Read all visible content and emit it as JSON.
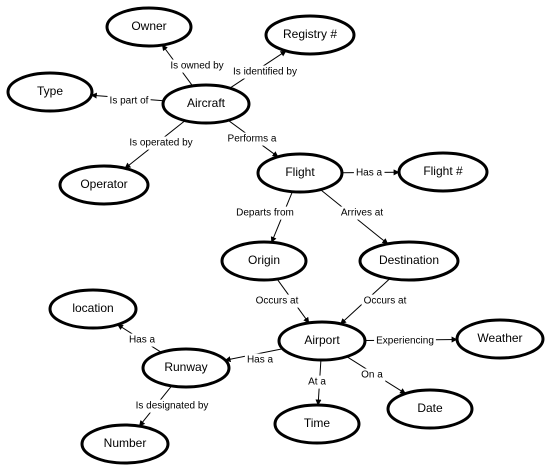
{
  "nodes": [
    {
      "id": "owner",
      "label": "Owner"
    },
    {
      "id": "registry",
      "label": "Registry #"
    },
    {
      "id": "type",
      "label": "Type"
    },
    {
      "id": "aircraft",
      "label": "Aircraft"
    },
    {
      "id": "operator",
      "label": "Operator"
    },
    {
      "id": "flight",
      "label": "Flight"
    },
    {
      "id": "flightnum",
      "label": "Flight #"
    },
    {
      "id": "origin",
      "label": "Origin"
    },
    {
      "id": "destination",
      "label": "Destination"
    },
    {
      "id": "location",
      "label": "location"
    },
    {
      "id": "airport",
      "label": "Airport"
    },
    {
      "id": "weather",
      "label": "Weather"
    },
    {
      "id": "runway",
      "label": "Runway"
    },
    {
      "id": "time",
      "label": "Time"
    },
    {
      "id": "date",
      "label": "Date"
    },
    {
      "id": "number",
      "label": "Number"
    }
  ],
  "edges": [
    {
      "id": "e1",
      "from": "aircraft",
      "to": "owner",
      "label": "Is owned by"
    },
    {
      "id": "e2",
      "from": "aircraft",
      "to": "registry",
      "label": "Is identified by"
    },
    {
      "id": "e3",
      "from": "aircraft",
      "to": "type",
      "label": "Is part of"
    },
    {
      "id": "e4",
      "from": "aircraft",
      "to": "operator",
      "label": "Is operated by"
    },
    {
      "id": "e5",
      "from": "aircraft",
      "to": "flight",
      "label": "Performs a"
    },
    {
      "id": "e6",
      "from": "flight",
      "to": "flightnum",
      "label": "Has a"
    },
    {
      "id": "e7",
      "from": "flight",
      "to": "origin",
      "label": "Departs from"
    },
    {
      "id": "e8",
      "from": "flight",
      "to": "destination",
      "label": "Arrives at"
    },
    {
      "id": "e9",
      "from": "origin",
      "to": "airport",
      "label": "Occurs at"
    },
    {
      "id": "e10",
      "from": "destination",
      "to": "airport",
      "label": "Occurs at"
    },
    {
      "id": "e11",
      "from": "airport",
      "to": "weather",
      "label": "Experiencing"
    },
    {
      "id": "e12",
      "from": "airport",
      "to": "runway",
      "label": "Has a"
    },
    {
      "id": "e13",
      "from": "airport",
      "to": "time",
      "label": "At a"
    },
    {
      "id": "e14",
      "from": "airport",
      "to": "date",
      "label": "On a"
    },
    {
      "id": "e15",
      "from": "runway",
      "to": "location",
      "label": "Has a"
    },
    {
      "id": "e16",
      "from": "runway",
      "to": "number",
      "label": "Is designated by"
    }
  ]
}
